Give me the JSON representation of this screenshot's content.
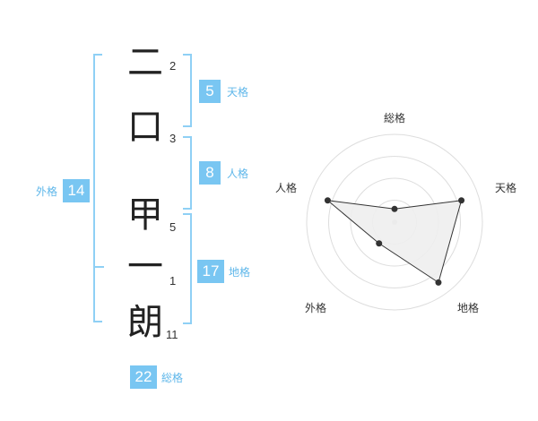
{
  "name": {
    "chars": [
      {
        "char": "二",
        "strokes": "2"
      },
      {
        "char": "口",
        "strokes": "3"
      },
      {
        "char": "甲",
        "strokes": "5"
      },
      {
        "char": "一",
        "strokes": "1"
      },
      {
        "char": "朗",
        "strokes": "11"
      }
    ]
  },
  "kakusu": {
    "tenkaku": {
      "value": "5",
      "label": "天格"
    },
    "jinkaku": {
      "value": "8",
      "label": "人格"
    },
    "chikaku": {
      "value": "17",
      "label": "地格"
    },
    "gaikaku": {
      "value": "14",
      "label": "外格"
    },
    "soukaku": {
      "value": "22",
      "label": "総格"
    }
  },
  "radar": {
    "labels": {
      "top": "総格",
      "right": "天格",
      "bottom_right": "地格",
      "bottom_left": "外格",
      "left": "人格"
    },
    "colors": {
      "ring": "#dddddd",
      "fill": "#eeeeee",
      "line": "#333333",
      "center": "#cccccc"
    }
  },
  "chart_data": {
    "type": "radar",
    "axes": [
      "総格",
      "天格",
      "地格",
      "外格",
      "人格"
    ],
    "values": [
      0.15,
      0.8,
      0.85,
      0.3,
      0.8
    ],
    "rmax": 1
  }
}
